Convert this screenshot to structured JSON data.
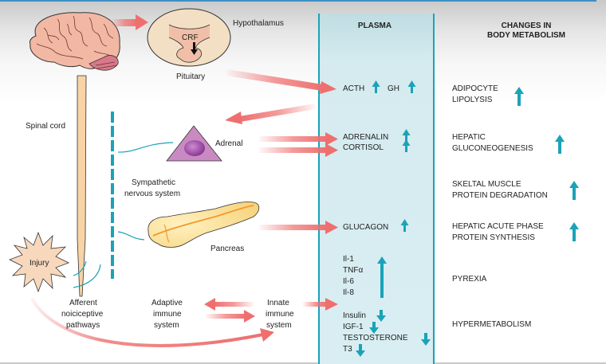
{
  "figure": {
    "colors": {
      "arrow_pink": "#ef6f6f",
      "teal": "#1aa3b8",
      "plasma_bg": "#d8eef2",
      "brain_fill": "#f2b8a4",
      "spinal_fill": "#f7d3a6",
      "pancreas_fill": "#fbe29a",
      "adrenal_fill": "#c98ac2",
      "top_rule": "#3d8fc4"
    },
    "headers": {
      "plasma": "PLASMA",
      "changes_line1": "CHANGES IN",
      "changes_line2": "BODY METABOLISM"
    },
    "anatomy": {
      "hypothalamus": "Hypothalamus",
      "crf": "CRF",
      "pituitary": "Pituitary",
      "spinal_cord": "Spinal cord",
      "adrenal": "Adrenal",
      "sympathetic_line1": "Sympathetic",
      "sympathetic_line2": "nervous system",
      "pancreas": "Pancreas",
      "injury": "Injury",
      "afferent_line1": "Afferent",
      "afferent_line2": "noiciceptive",
      "afferent_line3": "pathways",
      "adaptive_line1": "Adaptive",
      "adaptive_line2": "immune",
      "adaptive_line3": "system",
      "innate_line1": "Innate",
      "innate_line2": "immune",
      "innate_line3": "system"
    },
    "plasma_items": {
      "acth": {
        "label": "ACTH",
        "direction": "up"
      },
      "gh": {
        "label": "GH",
        "direction": "up"
      },
      "adrenalin": {
        "label": "ADRENALIN",
        "direction": "up"
      },
      "cortisol": {
        "label": "CORTISOL",
        "direction": "up"
      },
      "glucagon": {
        "label": "GLUCAGON",
        "direction": "up"
      },
      "cytokines": {
        "labels": [
          "Il-1",
          "TNFα",
          "Il-6",
          "Il-8"
        ],
        "direction": "up"
      },
      "insulin": {
        "label": "Insulin",
        "direction": "down"
      },
      "igf1": {
        "label": "IGF-1",
        "direction": "down"
      },
      "testosterone": {
        "label": "TESTOSTERONE",
        "direction": "down"
      },
      "t3": {
        "label": "T3",
        "direction": "down"
      }
    },
    "metabolism_changes": [
      {
        "line1": "ADIPOCYTE",
        "line2": "LIPOLYSIS",
        "direction": "up"
      },
      {
        "line1": "HEPATIC",
        "line2": "GLUCONEOGENESIS",
        "direction": "up"
      },
      {
        "line1": "SKELTAL MUSCLE",
        "line2": "PROTEIN DEGRADATION",
        "direction": "up"
      },
      {
        "line1": "HEPATIC ACUTE PHASE",
        "line2": "PROTEIN SYNTHESIS",
        "direction": "up"
      },
      {
        "line1": "PYREXIA",
        "line2": ""
      },
      {
        "line1": "HYPERMETABOLISM",
        "line2": ""
      }
    ]
  }
}
